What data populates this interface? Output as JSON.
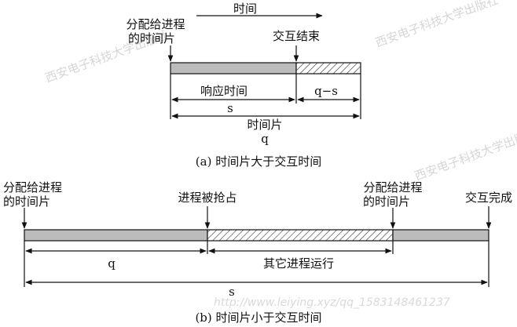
{
  "panel_a": {
    "time_axis_label": "时间",
    "allocate_label_1": "分配给进程",
    "allocate_label_2": "的时间片",
    "interaction_end": "交互结束",
    "response_time": "响应时间",
    "q_minus_s": "q−s",
    "s_label": "s",
    "timeslice_label": "时间片",
    "q_label": "q",
    "caption": "(a) 时间片大于交互时间"
  },
  "panel_b": {
    "allocate_left_1": "分配给进程",
    "allocate_left_2": "的时间片",
    "preempted": "进程被抢占",
    "allocate_right_1": "分配给进程",
    "allocate_right_2": "的时间片",
    "interaction_done": "交互完成",
    "q_label": "q",
    "other_running": "其它进程运行",
    "s_label": "s",
    "caption": "(b) 时间片小于交互时间"
  },
  "watermarks": {
    "publisher": "西安电子科技大学出版社",
    "url": "http://www.leiying.xyz/qq_1583148461237"
  },
  "colors": {
    "bar_gray": "#bcbcbc",
    "hatch": "#333333",
    "ink": "#111111"
  }
}
